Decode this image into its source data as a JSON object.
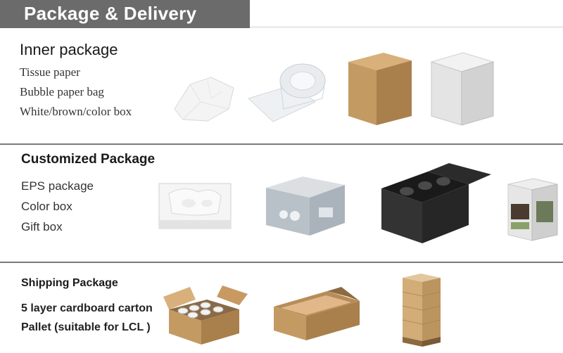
{
  "header": {
    "title": "Package & Delivery"
  },
  "inner": {
    "title": "Inner package",
    "items": [
      "Tissue paper",
      "Bubble paper bag",
      "White/brown/color box"
    ]
  },
  "custom": {
    "title": "Customized Package",
    "items": [
      "EPS package",
      "Color box",
      "Gift box"
    ]
  },
  "shipping": {
    "title": "Shipping Package",
    "items": [
      "5 layer cardboard carton",
      "Pallet (suitable for LCL )"
    ]
  },
  "colors": {
    "header_bg": "#6b6b6b",
    "kraft": "#c49a63",
    "divider": "#7a7a7a"
  }
}
